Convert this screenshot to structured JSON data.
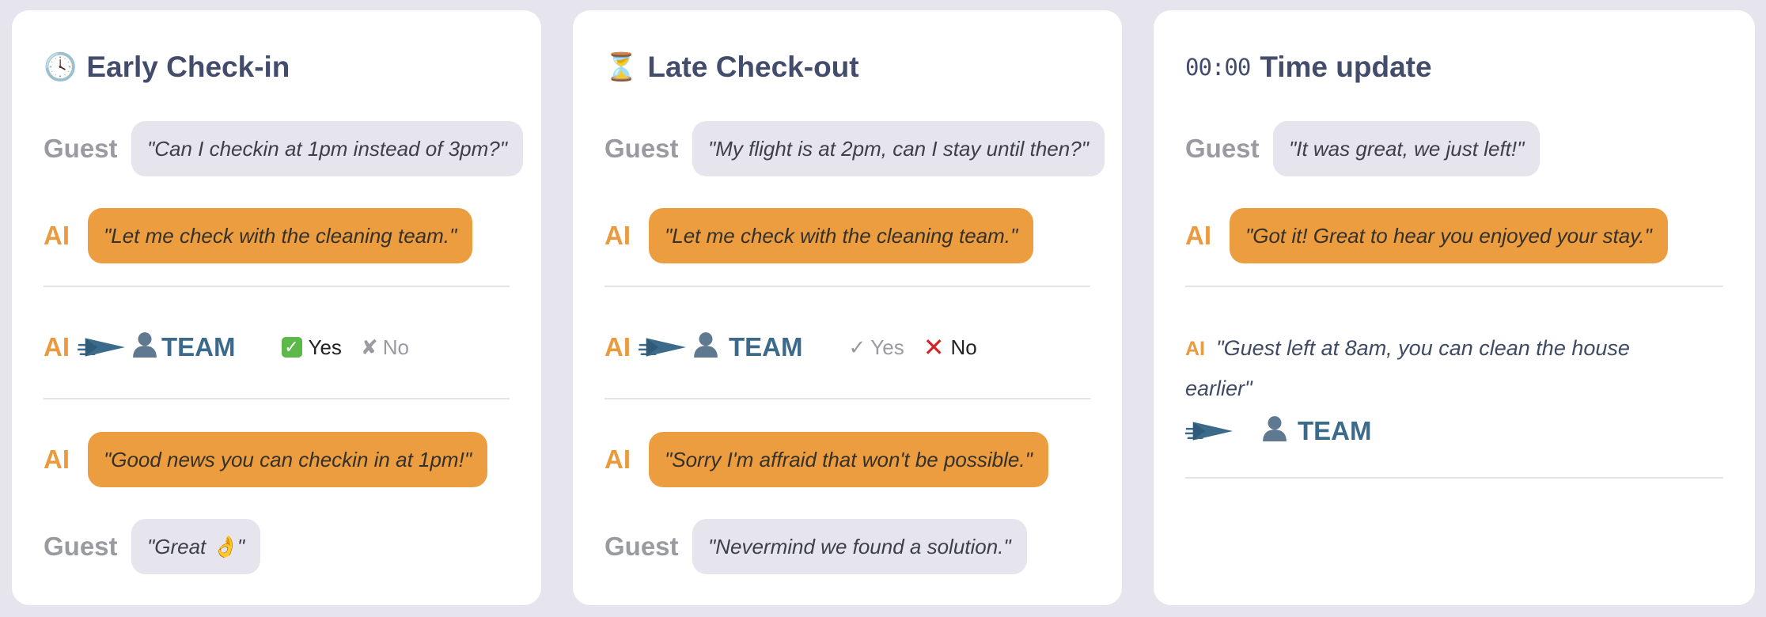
{
  "cards": [
    {
      "icon": "clock-icon",
      "icon_glyph": "🕓",
      "title": "Early Check-in",
      "guest_label": "Guest",
      "ai_label": "AI",
      "msg1": "\"Can I checkin at 1pm instead of 3pm?\"",
      "msg2": "\"Let me check with the cleaning team.\"",
      "team_label": "TEAM",
      "yes_label": "Yes",
      "no_label": "No",
      "selected": "yes",
      "msg3": "\"Good news you can checkin in at 1pm!\"",
      "msg4": "\"Great 👌\""
    },
    {
      "icon": "hourglass-icon",
      "icon_glyph": "⏳",
      "title": "Late Check-out",
      "guest_label": "Guest",
      "ai_label": "AI",
      "msg1": "\"My flight is at 2pm, can I stay until then?\"",
      "msg2": "\"Let me check with the cleaning team.\"",
      "team_label": "TEAM",
      "yes_label": "Yes",
      "no_label": "No",
      "selected": "no",
      "msg3": "\"Sorry I'm affraid that won't be possible.\"",
      "msg4": "\"Nevermind we found a solution.\""
    },
    {
      "icon": "digital-clock-icon",
      "icon_glyph": "00:00",
      "title": "Time update",
      "guest_label": "Guest",
      "ai_label": "AI",
      "msg1": "\"It was great, we just left!\"",
      "msg2": "\"Got it! Great to hear you enjoyed your stay.\"",
      "notify_text": "\"Guest left at 8am, you can clean the house earlier\"",
      "team_label": "TEAM"
    }
  ],
  "colors": {
    "background": "#e6e4ec",
    "ai_orange": "#ec9d40",
    "guest_bubble": "#e6e4ec",
    "team_blue": "#3c6a8a",
    "yes_green": "#5cb949",
    "no_red": "#d81f26"
  }
}
